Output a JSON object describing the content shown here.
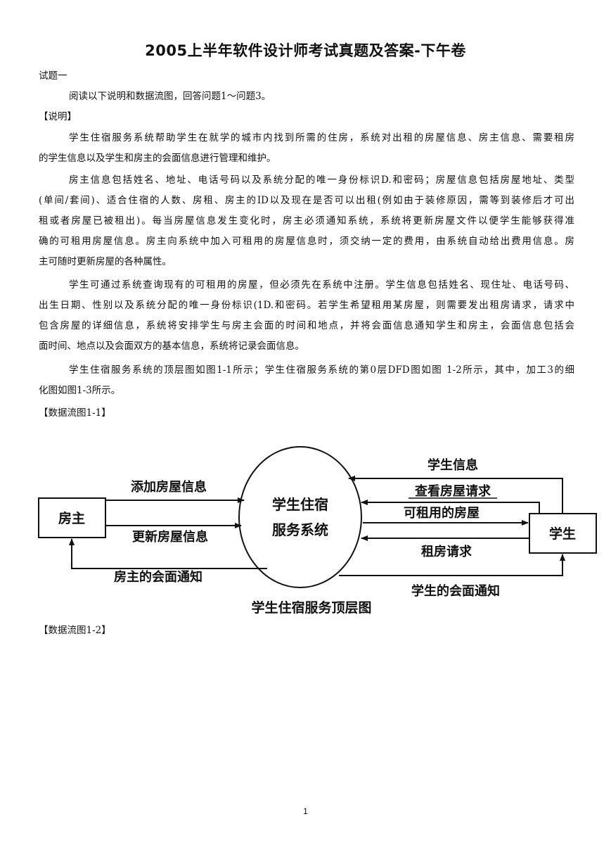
{
  "title": "2005上半年软件设计师考试真题及答案-下午卷",
  "question_label": "试题一",
  "intro": "阅读以下说明和数据流图，回答问题1～问题3。",
  "description_label": "【说明】",
  "paragraphs": {
    "p1": [
      "学生住宿服务系统帮助学生在就学的城市内找到所需的住房，系统对出租的房屋信息、房主信息、需要租房",
      "的学生信息以及学生和房主的会面信息进行管理和维护。"
    ],
    "p2": [
      "房主信息包括姓名、地址、电话号码以及系统分配的唯一身份标识D.和密码；房屋信息包括房屋地址、类型",
      "(单间/套间)、适合住宿的人数、房租、房主的ID以及现在是否可以出租(例如由于装修原因，需等到装修后才可出",
      "租或者房屋已被租出)。每当房屋信息发生变化时，房主必须通知系统，系统将更新房屋文件以便学生能够获得准",
      "确的可租用房屋信息。房主向系统中加入可租用的房屋信息时，须交纳一定的费用，由系统自动给出费用信息。房",
      "主可随时更新房屋的各种属性。"
    ],
    "p3": [
      "学生可通过系统查询现有的可租用的房屋，但必须先在系统中注册。学生信息包括姓名、现住址、电话号码、",
      "出生日期、性别以及系统分配的唯一身份标识(1D.和密码。若学生希望租用某房屋，则需要发出租房请求，请求中",
      "包含房屋的详细信息，系统将安排学生与房主会面的时间和地点，并将会面信息通知学生和房主，会面信息包括会",
      "面时间、地点以及会面双方的基本信息，系统将记录会面信息。"
    ],
    "p4": [
      "学生住宿服务系统的顶层图如图1-1所示；学生住宿服务系统的第0层DFD图如图 1-2所示，其中，加工3的细",
      "化图如图1-3所示。"
    ]
  },
  "figure1_label": "【数据流图1-1】",
  "figure2_label": "【数据流图1-2】",
  "diagram": {
    "landlord": "房主",
    "student": "学生",
    "process_line1": "学生住宿",
    "process_line2": "服务系统",
    "flows": {
      "add_house": "添加房屋信息",
      "update_house": "更新房屋信息",
      "landlord_notice": "房主的会面通知",
      "student_info": "学生信息",
      "view_request": "查看房屋请求",
      "available_house": "可租用的房屋",
      "rent_request": "租房请求",
      "student_notice": "学生的会面通知"
    },
    "caption": "学生住宿服务顶层图"
  },
  "page_number": "1"
}
